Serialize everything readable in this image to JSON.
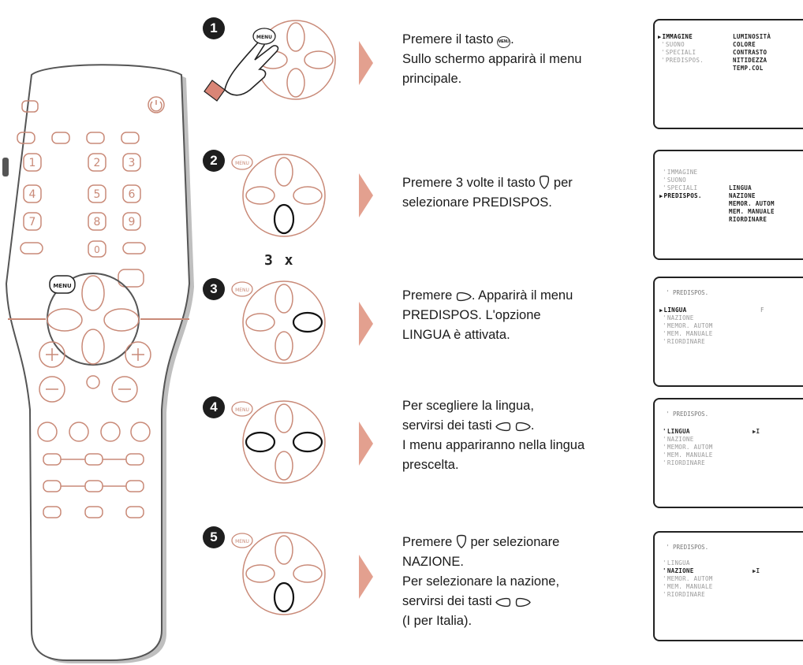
{
  "remote": {
    "menu_label": "MENU",
    "numbers": [
      "1",
      "2",
      "3",
      "4",
      "5",
      "6",
      "7",
      "8",
      "9",
      "0"
    ],
    "colors": {
      "outline": "#c98a78",
      "body": "#ffffff",
      "body_edge": "#555555",
      "shadow": "#bfbfbf"
    }
  },
  "icons": {
    "hand": "hand-pointer-icon",
    "pad": "cursor-pad-icon",
    "menu": "menu-key-icon",
    "down": "cursor-down-icon",
    "left": "cursor-left-icon",
    "right": "cursor-right-icon"
  },
  "colors": {
    "arrow": "#e3a08f",
    "pad_outline": "#c98a78",
    "highlight": "#111111"
  },
  "steps": [
    {
      "number": "1",
      "pad_label": "MENU",
      "lines": [
        {
          "before": "Premere il tasto ",
          "icon": "menu",
          "after": "."
        },
        {
          "before": "Sullo schermo apparirà il menu"
        },
        {
          "before": "principale."
        }
      ],
      "screen": {
        "left_items": [
          "IMMAGINE",
          "SUONO",
          "SPECIALI",
          "PREDISPOS."
        ],
        "active_index": 0,
        "right_items": [
          "LUMINOSITÀ",
          "COLORE",
          "CONTRASTO",
          "NITIDEZZA",
          "TEMP.COL"
        ]
      }
    },
    {
      "number": "2",
      "pad_label": "MENU",
      "multiplier": "3 x",
      "lines": [
        {
          "before": "Premere 3 volte il tasto ",
          "icon": "down",
          "after": " per"
        },
        {
          "before": "selezionare PREDISPOS."
        }
      ],
      "screen": {
        "left_items": [
          "IMMAGINE",
          "SUONO",
          "SPECIALI",
          "PREDISPOS."
        ],
        "active_index": 3,
        "right_items": [
          "LINGUA",
          "NAZIONE",
          "MEMOR. AUTOM",
          "MEM. MANUALE",
          "RIORDINARE"
        ]
      }
    },
    {
      "number": "3",
      "pad_label": "MENU",
      "lines": [
        {
          "before": "Premere ",
          "icon": "right",
          "after": ". Apparirà il menu"
        },
        {
          "before": "PREDISPOS. L'opzione"
        },
        {
          "before": "LINGUA è attivata."
        }
      ],
      "screen": {
        "title": "PREDISPOS.",
        "items": [
          "LINGUA",
          "NAZIONE",
          "MEMOR. AUTOM",
          "MEM. MANUALE",
          "RIORDINARE"
        ],
        "active_index": 0,
        "value": "F"
      }
    },
    {
      "number": "4",
      "pad_label": "MENU",
      "lines": [
        {
          "before": "Per scegliere la lingua,"
        },
        {
          "before": "servirsi dei tasti ",
          "icon": "left",
          "icon2": "right",
          "after": "."
        },
        {
          "before": "I menu appariranno nella lingua"
        },
        {
          "before": "prescelta."
        }
      ],
      "screen": {
        "title": "PREDISPOS.",
        "items": [
          "LINGUA",
          "NAZIONE",
          "MEMOR. AUTOM",
          "MEM. MANUALE",
          "RIORDINARE"
        ],
        "selected_index": 0,
        "value": "I"
      }
    },
    {
      "number": "5",
      "pad_label": "MENU",
      "lines": [
        {
          "before": "Premere ",
          "icon": "down",
          "after": " per selezionare"
        },
        {
          "before": "NAZIONE."
        },
        {
          "before": "Per selezionare la nazione,"
        },
        {
          "before": "servirsi dei tasti ",
          "icon": "left",
          "icon2": "right"
        },
        {
          "before": "(I per Italia)."
        }
      ],
      "screen": {
        "title": "PREDISPOS.",
        "items": [
          "LINGUA",
          "NAZIONE",
          "MEMOR. AUTOM",
          "MEM. MANUALE",
          "RIORDINARE"
        ],
        "selected_index": 1,
        "value": "I"
      }
    }
  ]
}
